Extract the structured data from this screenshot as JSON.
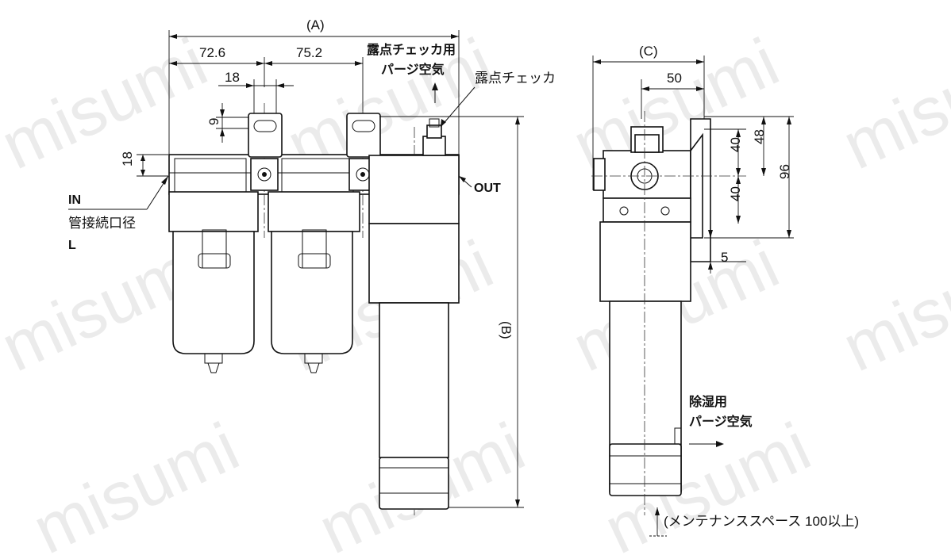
{
  "labels": {
    "dim_a": "(A)",
    "dim_b": "(B)",
    "dim_c": "(C)",
    "dim_72_6": "72.6",
    "dim_75_2": "75.2",
    "dim_18_top": "18",
    "dim_9": "9",
    "dim_18_left": "18",
    "dim_50": "50",
    "dim_40_a": "40",
    "dim_48": "48",
    "dim_96": "96",
    "dim_40_b": "40",
    "dim_5": "5",
    "in_label": "IN",
    "port_size_label": "管接続口径",
    "l_label": "L",
    "out_label": "OUT",
    "dew_checker_purge_1": "露点チェッカ用",
    "dew_checker_purge_2": "パージ空気",
    "dew_checker": "露点チェッカ",
    "dehumid_purge_1": "除湿用",
    "dehumid_purge_2": "パージ空気",
    "maintenance_space": "(メンテナンススペース 100以上)"
  },
  "watermark": "misumi"
}
